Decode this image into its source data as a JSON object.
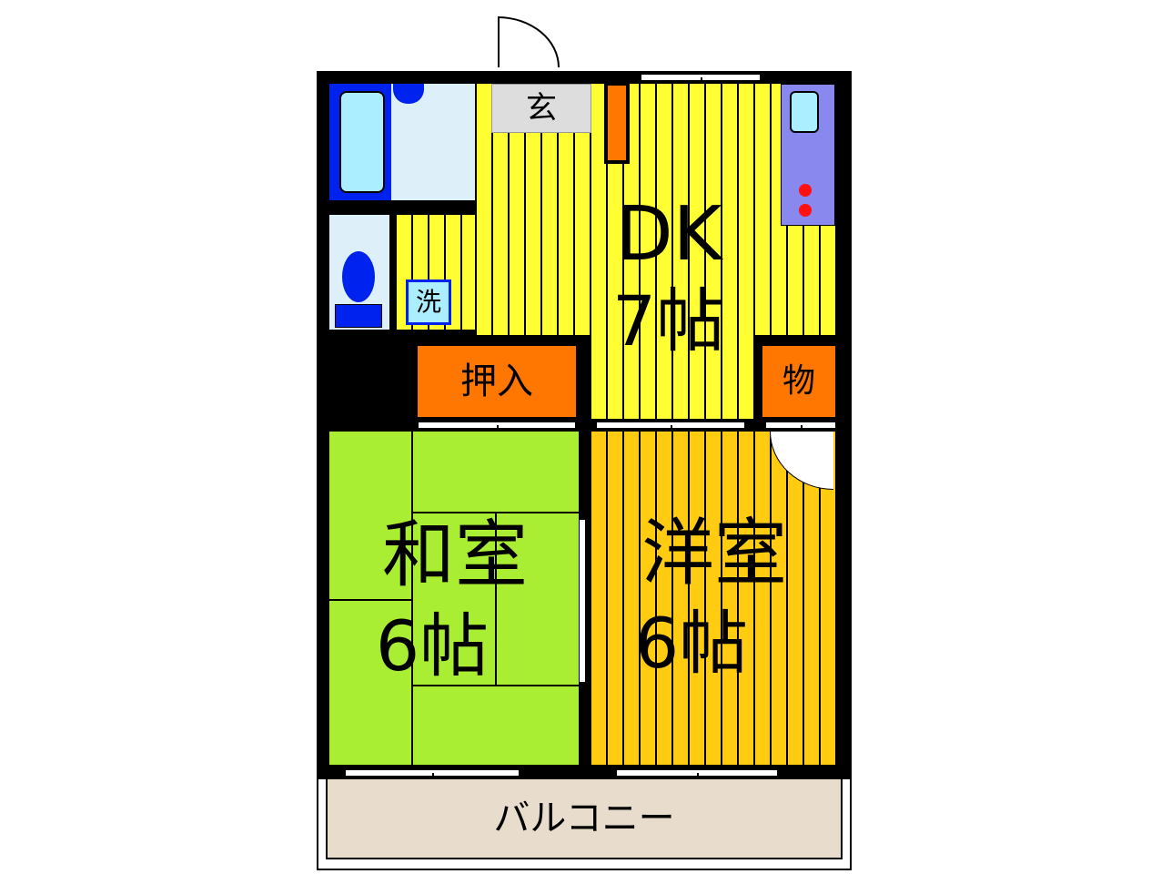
{
  "rooms": {
    "entrance": "玄",
    "washer": "洗",
    "dk_name": "DK",
    "dk_size": "7帖",
    "closet": "押入",
    "storage": "物",
    "washitsu_name": "和室",
    "washitsu_size": "6帖",
    "youshitsu_name": "洋室",
    "youshitsu_size": "6帖",
    "balcony": "バルコニー"
  },
  "colors": {
    "dk": "#ffff33",
    "youshitsu": "#ffcc11",
    "washitsu": "#aaee33",
    "storage": "#ff7700",
    "bath": "#0022ee",
    "kitchen": "#8888ee",
    "balcony": "#e8dccc"
  }
}
